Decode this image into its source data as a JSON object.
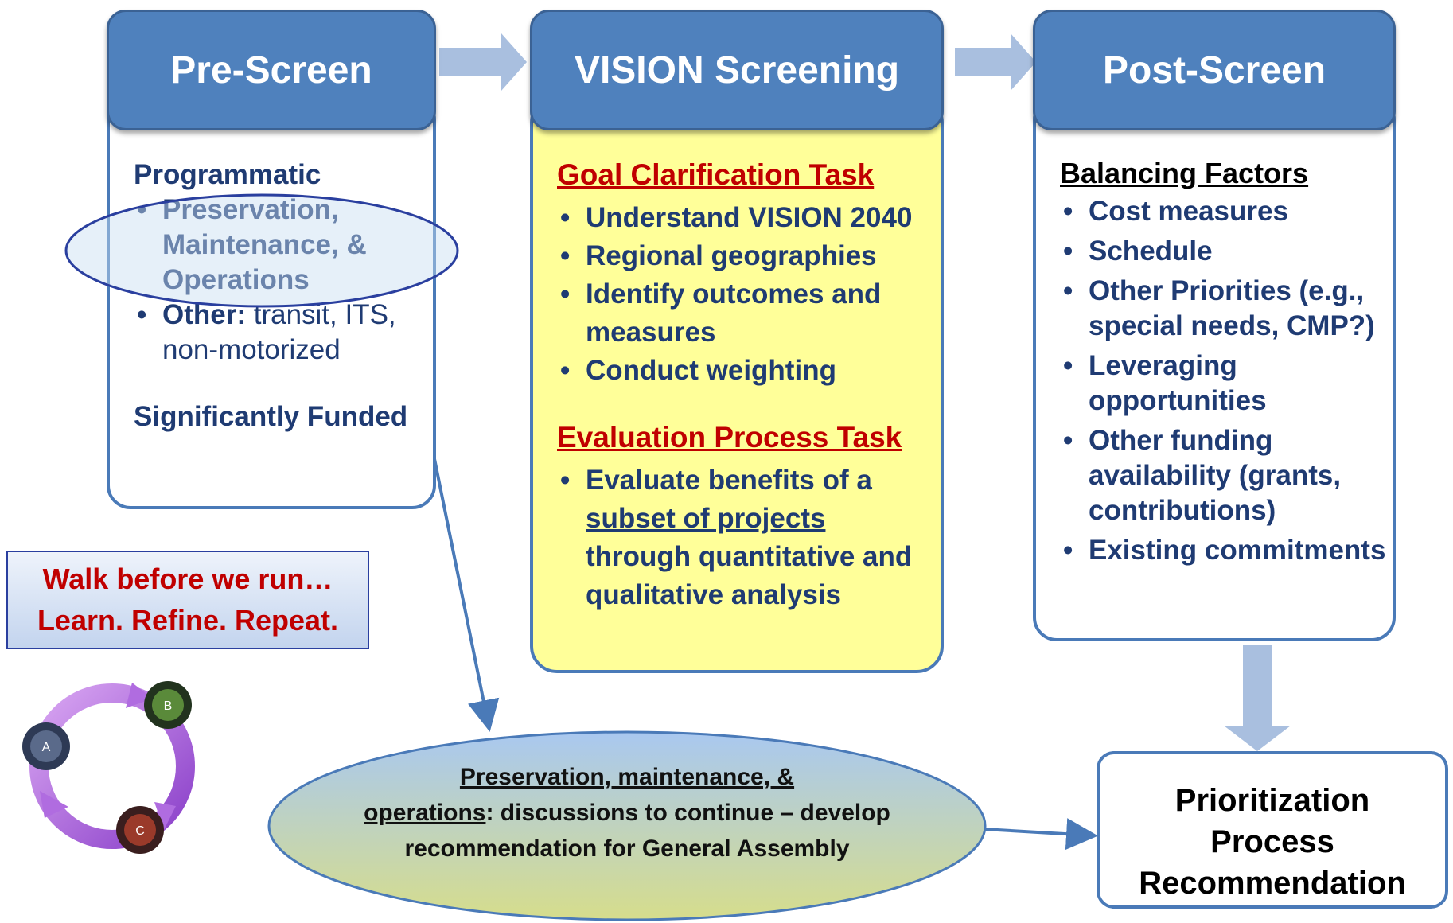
{
  "pre_screen": {
    "header": "Pre-Screen",
    "programmatic_heading": "Programmatic",
    "bullet_preservation": "Preservation, Maintenance, & Operations",
    "bullet_other_bold": "Other:",
    "bullet_other_text": " transit, ITS, non-motorized",
    "funded_heading": "Significantly Funded"
  },
  "vision": {
    "header": "VISION Screening",
    "goal_task_title": "Goal Clarification Task",
    "goal_items": [
      "Understand VISION 2040",
      "Regional geographies",
      "Identify outcomes and measures",
      "Conduct weighting"
    ],
    "eval_task_title": "Evaluation Process Task",
    "eval_pre": "Evaluate benefits of a ",
    "eval_link": "subset of projects",
    "eval_post": " through quantitative and qualitative analysis"
  },
  "post_screen": {
    "header": "Post-Screen",
    "balancing_heading": "Balancing Factors",
    "items": [
      "Cost measures",
      "Schedule",
      "Other Priorities (e.g., special needs, CMP?)",
      "Leveraging opportunities",
      "Other funding availability (grants, contributions)",
      "Existing commitments"
    ]
  },
  "callout": {
    "line1": "Walk before we run…",
    "line2": "Learn. Refine.  Repeat."
  },
  "cycle": {
    "labels": [
      "A",
      "B",
      "C"
    ]
  },
  "ellipse": {
    "underlined_1": "Preservation, maintenance, &",
    "underlined_2": "operations",
    "rest": ":  discussions to continue – develop recommendation for General Assembly"
  },
  "result": {
    "line1": "Prioritization",
    "line2": "Process",
    "line3": "Recommendation"
  },
  "colors": {
    "header_blue": "#4f81bd",
    "panel_yellow": "#ffff99",
    "task_red": "#c00000",
    "text_navy": "#1f3b73"
  }
}
